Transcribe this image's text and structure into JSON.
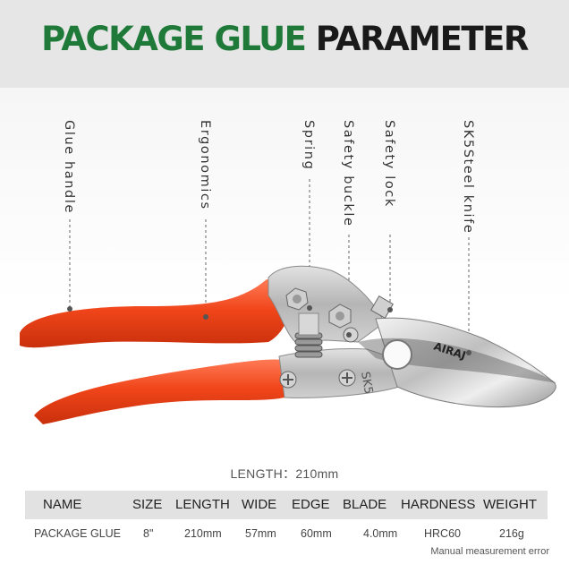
{
  "title": {
    "green": "PACKAGE GLUE",
    "black": "PARAMETER"
  },
  "colors": {
    "title_green": "#1f7a3a",
    "handle": "#f0451a",
    "header_bg": "#e6e6e6"
  },
  "callouts": [
    "Glue handle",
    "Ergonomics",
    "Spring",
    "Safety buckle",
    "Safety lock",
    "SK5Steel knife"
  ],
  "product": {
    "brand": "AIRAJ",
    "blade_mark": "SK5"
  },
  "length_caption": "LENGTH：210mm",
  "spec_table": {
    "headers": [
      "NAME",
      "SIZE",
      "LENGTH",
      "WIDE",
      "EDGE",
      "BLADE",
      "HARDNESS",
      "WEIGHT"
    ],
    "values": [
      "PACKAGE GLUE",
      "8\"",
      "210mm",
      "57mm",
      "60mm",
      "4.0mm",
      "HRC60",
      "216g"
    ]
  },
  "note": "Manual measurement error"
}
